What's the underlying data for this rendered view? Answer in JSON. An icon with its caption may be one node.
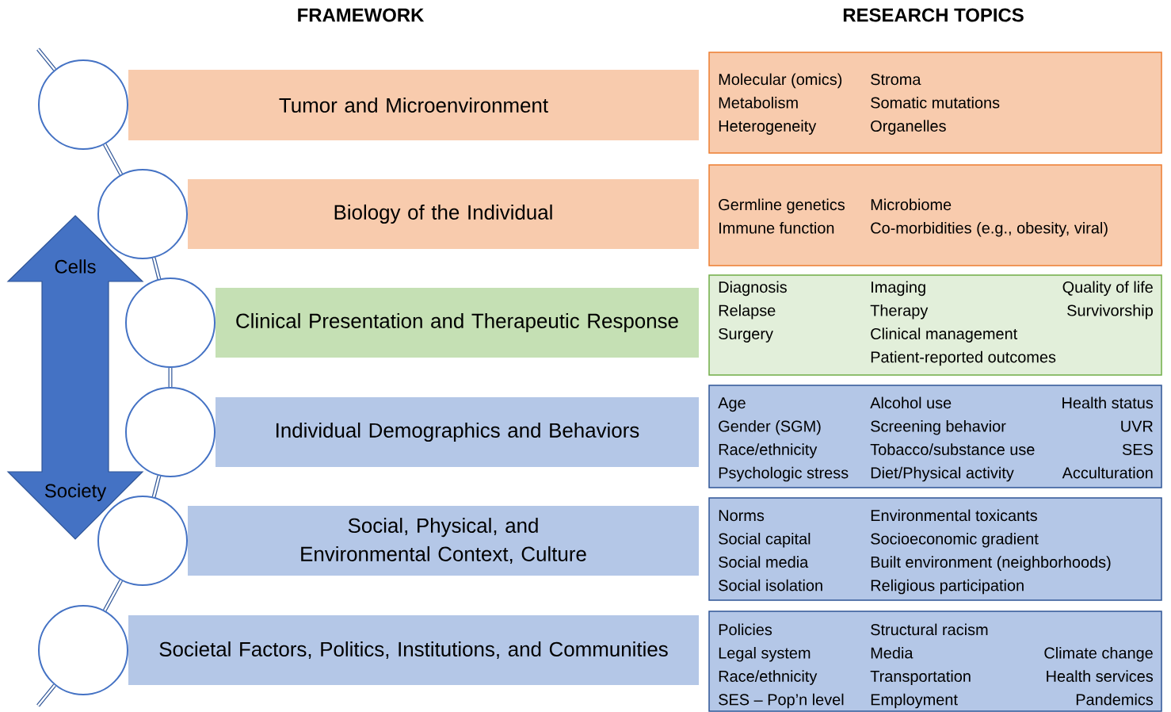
{
  "diagram": {
    "nodes": [
      {
        "text": [],
        "shape": "circle"
      },
      {
        "text": [
          "Tumor and Microenvironment"
        ]
      },
      {
        "text": [
          "Molecular (omics)",
          "Stroma",
          "Metabolism",
          "Somatic mutations",
          "Heterogeneity",
          "Organelles"
        ]
      },
      {
        "text": [],
        "shape": "circle"
      },
      {
        "text": [
          "Biology of the Individual"
        ]
      },
      {
        "text": [
          "Germline genetics",
          "Microbiome",
          "Immune function",
          "Co-morbidities (e.g., obesity, viral)"
        ]
      },
      {
        "text": [],
        "shape": "circle"
      },
      {
        "text": [
          "Clinical Presentation and Therapeutic Response"
        ]
      },
      {
        "text": [
          "Diagnosis",
          "Imaging",
          "Quality of life",
          "Relapse",
          "Therapy",
          "Survivorship",
          "Surgery",
          "Clinical management",
          "Patient-reported outcomes"
        ]
      },
      {
        "text": [],
        "shape": "circle"
      },
      {
        "text": [
          "Individual Demographics and Behaviors"
        ]
      },
      {
        "text": [
          "Age",
          "Alcohol use",
          "Health status",
          "Gender (SGM)",
          "Screening behavior",
          "UVR",
          "Race/ethnicity",
          "Tobacco/substance use",
          "SES",
          "Psychologic stress",
          "Diet/Physical activity",
          "Acculturation"
        ]
      },
      {
        "text": [],
        "shape": "circle"
      },
      {
        "text": [
          "Social, Physical, and Environmental Context, Culture"
        ]
      },
      {
        "text": [
          "Norms",
          "Environmental toxicants",
          "Social capital",
          "Socioeconomic gradient",
          "Social media",
          "Built environment (neighborhoods)",
          "Social isolation",
          "Religious participation"
        ]
      },
      {
        "text": [],
        "shape": "circle"
      },
      {
        "text": [
          "Societal Factors, Politics, Institutions, and Communities"
        ]
      },
      {
        "text": [
          "Policies",
          "Structural racism",
          "Legal system",
          "Media",
          "Climate change",
          "Race/ethnicity",
          "Transportation",
          "Health services",
          "SES – Pop’n level",
          "Employment",
          "Pandemics"
        ]
      },
      {
        "text": [
          "Cells",
          "Society"
        ]
      }
    ],
    "edges": [
      {
        "from": null,
        "to": 0,
        "arrow": "none"
      },
      {
        "from": 0,
        "to": 3,
        "arrow": "none"
      },
      {
        "from": 3,
        "to": 6,
        "arrow": "none"
      },
      {
        "from": 6,
        "to": 9,
        "arrow": "none"
      },
      {
        "from": 9,
        "to": 12,
        "arrow": "none"
      },
      {
        "from": 12,
        "to": 15,
        "arrow": "none"
      },
      {
        "from": 15,
        "to": null,
        "arrow": "none"
      }
    ],
    "labels": [
      "FRAMEWORK",
      "RESEARCH TOPICS"
    ]
  }
}
